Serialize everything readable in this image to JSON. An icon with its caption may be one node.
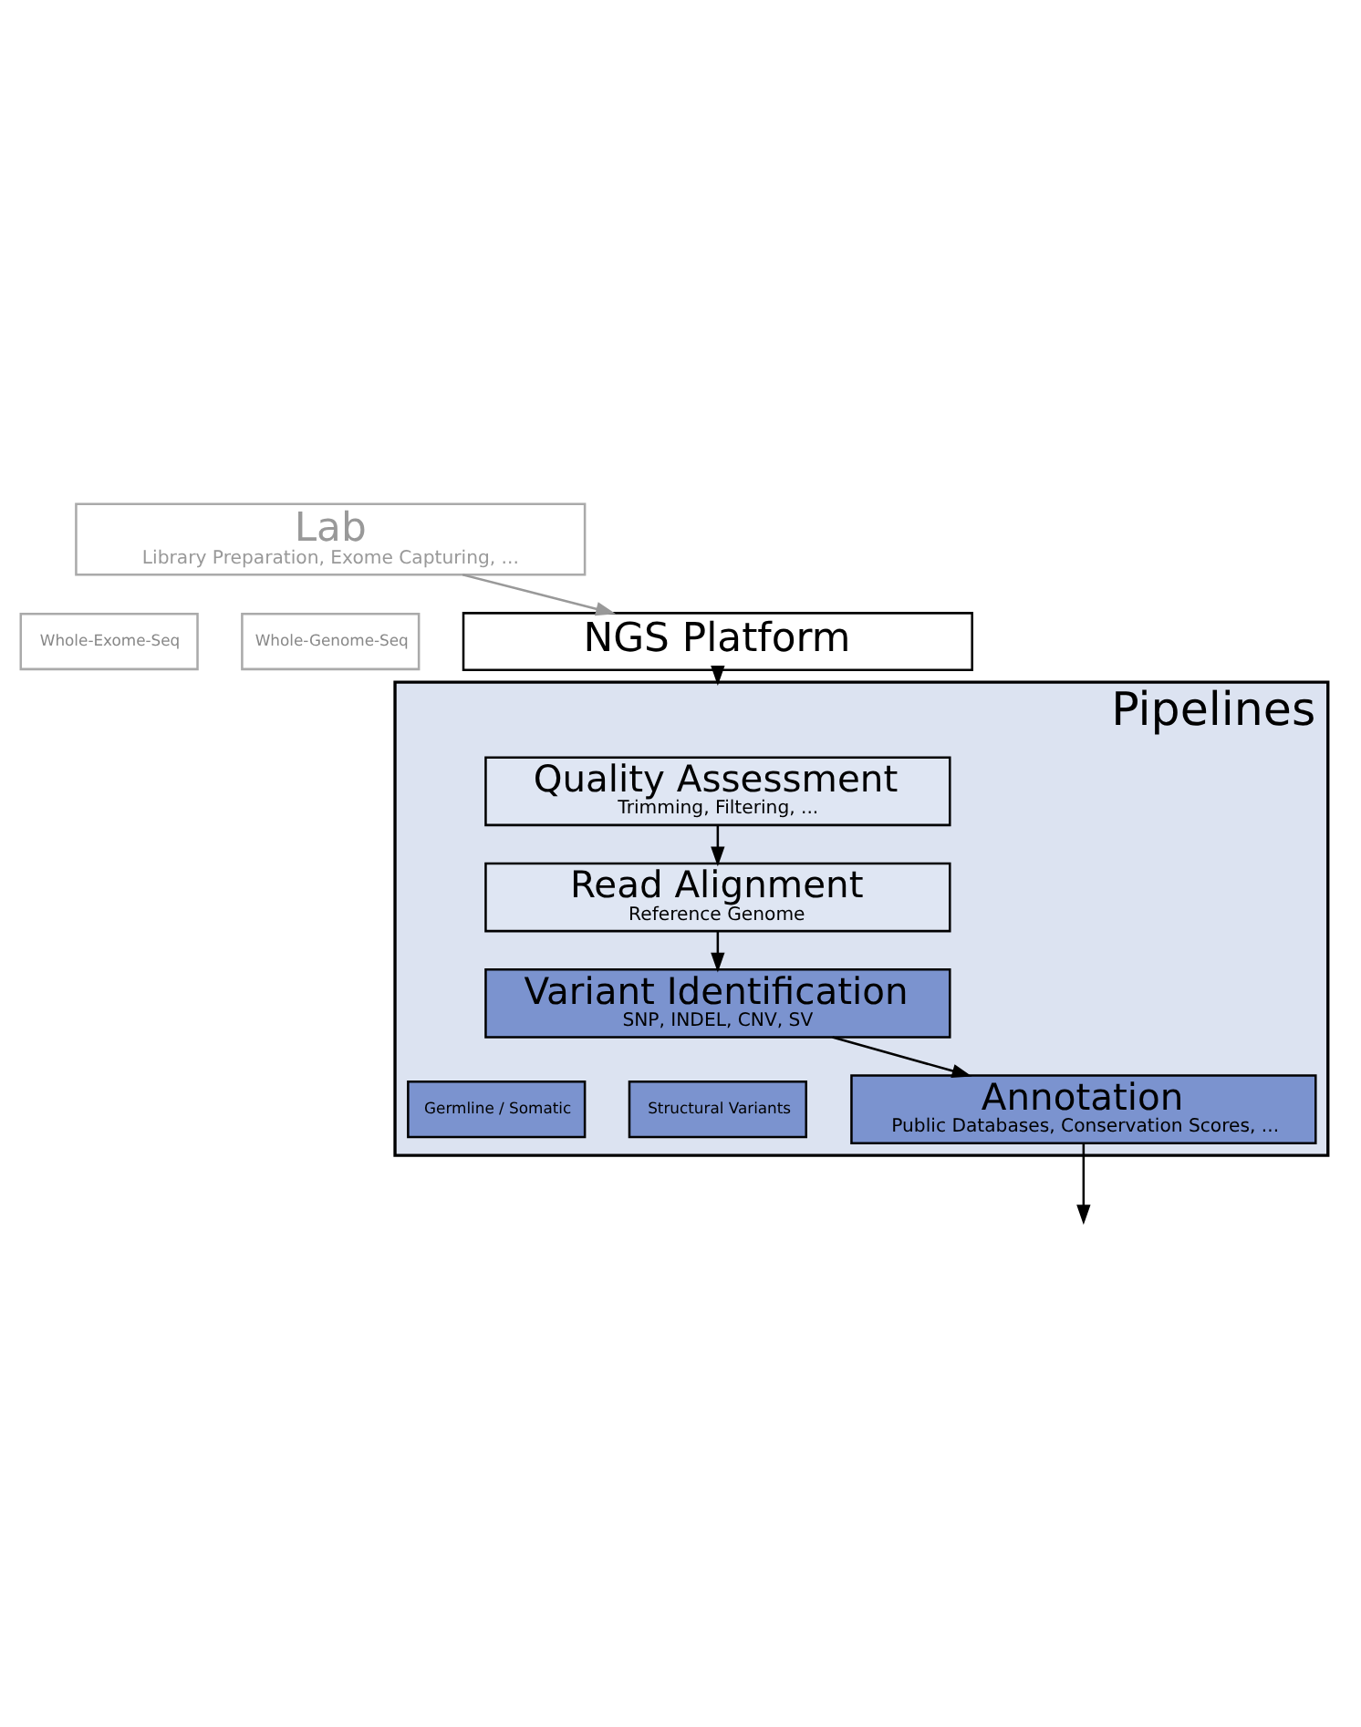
{
  "diagram": {
    "nodes": [
      {
        "text": [
          "Lab",
          "Library Preparation, Exome Capturing, ..."
        ]
      },
      {
        "text": [
          "Whole-Exome-Seq"
        ]
      },
      {
        "text": [
          "Whole-Genome-Seq"
        ]
      },
      {
        "text": [
          "NGS Platform"
        ]
      },
      {
        "text": [
          "Pipelines"
        ]
      },
      {
        "text": [
          "Quality Assessment",
          "Trimming, Filtering, ..."
        ],
        "in": 4
      },
      {
        "text": [
          "Read Alignment",
          "Reference Genome"
        ],
        "in": 4
      },
      {
        "text": [
          "Variant Identification",
          "SNP, INDEL, CNV, SV"
        ],
        "in": 4
      },
      {
        "text": [
          "Germline / Somatic"
        ],
        "in": 4
      },
      {
        "text": [
          "Structural Variants"
        ],
        "in": 4
      },
      {
        "text": [
          "Annotation",
          "Public Databases, Conservation Scores, ..."
        ],
        "in": 4
      }
    ],
    "edges": [
      {
        "from": 0,
        "to": 3,
        "arrow": "to",
        "color": "#999999"
      },
      {
        "from": 3,
        "to": 4,
        "arrow": "to"
      },
      {
        "from": 5,
        "to": 6,
        "arrow": "to"
      },
      {
        "from": 6,
        "to": 7,
        "arrow": "to"
      },
      {
        "from": 7,
        "to": 10,
        "arrow": "to"
      },
      {
        "from": 10,
        "to": null,
        "arrow": "to"
      }
    ]
  }
}
